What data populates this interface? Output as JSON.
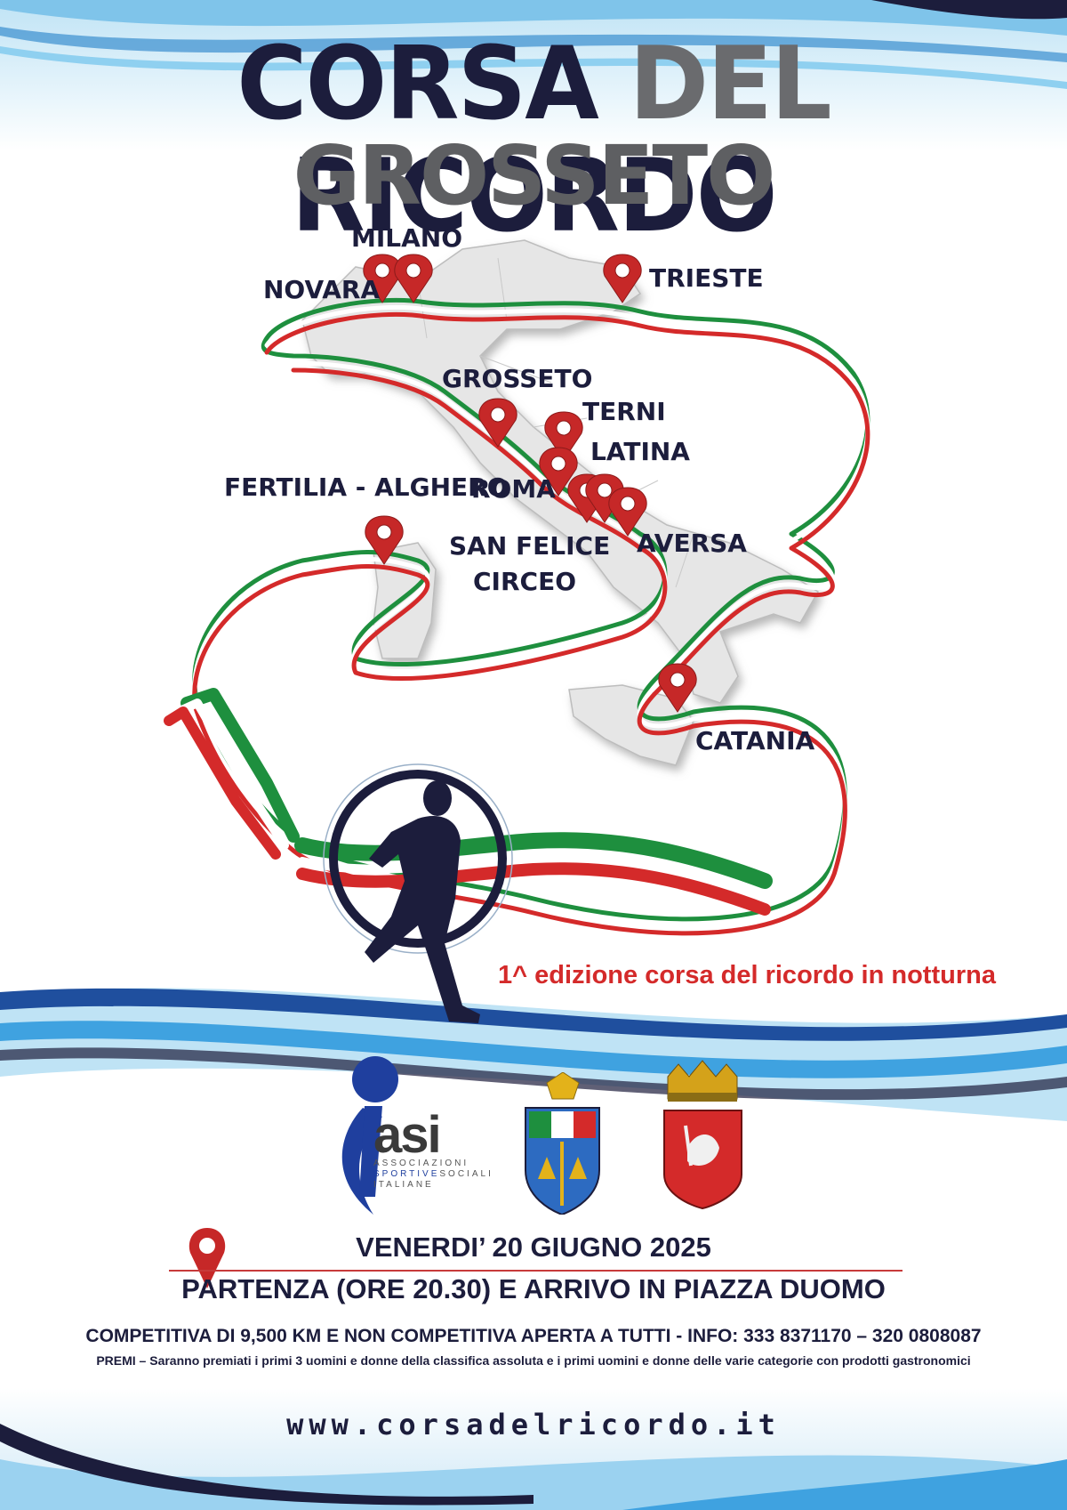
{
  "header": {
    "title_word1": "CORSA",
    "title_word2": "DEL",
    "title_word3": "RICORDO",
    "subtitle": "GROSSETO"
  },
  "map": {
    "cities": [
      {
        "name": "MILANO"
      },
      {
        "name": "NOVARA"
      },
      {
        "name": "TRIESTE"
      },
      {
        "name": "GROSSETO"
      },
      {
        "name": "TERNI"
      },
      {
        "name": "LATINA"
      },
      {
        "name": "ROMA"
      },
      {
        "name": "FERTILIA - ALGHERO"
      },
      {
        "name": "SAN FELICE"
      },
      {
        "name": "CIRCEO"
      },
      {
        "name": "AVERSA"
      },
      {
        "name": "CATANIA"
      }
    ]
  },
  "edition": "1^ edizione corsa del ricordo in notturna",
  "logos": {
    "asi_name": "asi",
    "asi_line1": "ASSOCIAZIONI",
    "asi_line2a": "SPORTIVE",
    "asi_line2b": "SOCIALI",
    "asi_line3": "ITALIANE"
  },
  "event": {
    "date": "VENERDI’ 20 GIUGNO 2025",
    "start": "PARTENZA (ORE 20.30) E ARRIVO IN PIAZZA DUOMO",
    "details": "COMPETITIVA DI 9,500 KM E NON COMPETITIVA APERTA A TUTTI - INFO: 333 8371170 – 320 0808087",
    "prizes": "PREMI – Saranno premiati i primi 3 uomini e donne della classifica assoluta e i primi uomini e donne delle varie categorie con prodotti gastronomici",
    "website": "www.corsadelricordo.it"
  },
  "colors": {
    "navy": "#1c1d3c",
    "gray": "#6a6b6e",
    "red": "#d42a2a",
    "green": "#1e8f3e",
    "blue_wave": "#1f7fc8"
  }
}
